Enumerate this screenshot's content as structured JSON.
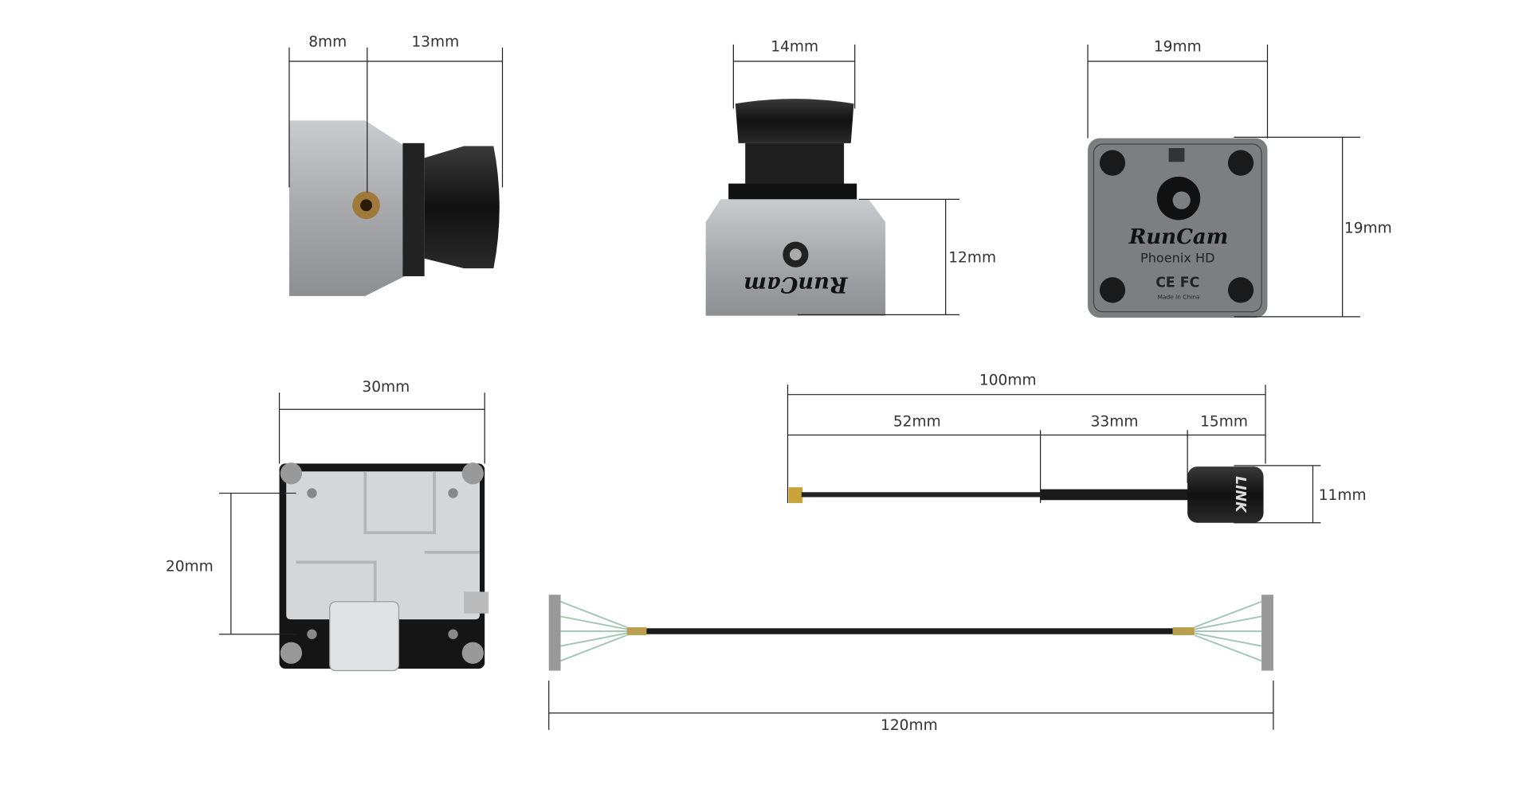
{
  "title": "RunCam Phoenix HD dimensions",
  "side_view": {
    "depth_body": "8mm",
    "depth_lens": "13mm"
  },
  "front_view": {
    "lens_width": "14mm",
    "body_height": "12mm",
    "logo": "RunCam"
  },
  "back_view": {
    "width": "19mm",
    "height": "19mm",
    "brand": "RunCam",
    "model": "Phoenix HD",
    "certs": "CE FC",
    "origin": "Made in China"
  },
  "board": {
    "width": "30mm",
    "hole_spacing": "20mm"
  },
  "antenna": {
    "total": "100mm",
    "segment_1": "52mm",
    "segment_2": "33mm",
    "segment_3": "15mm",
    "cap_diameter": "11mm",
    "cap_text": "LINK"
  },
  "coax_cable": {
    "length": "120mm"
  },
  "colors": {
    "silver": "#a9abae",
    "black": "#1a1a1a",
    "gray_plate": "#7d7e80"
  }
}
